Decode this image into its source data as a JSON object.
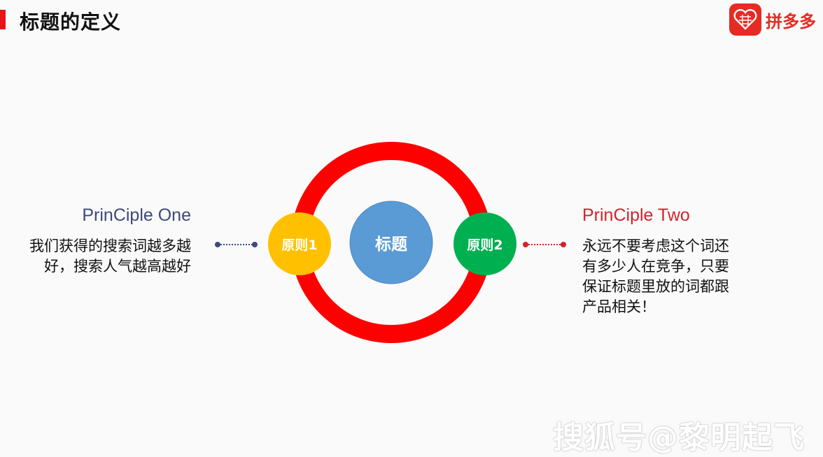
{
  "header": {
    "title": "标题的定义",
    "logo_text": "拼多多",
    "accent_color": "#e8131b"
  },
  "diagram": {
    "center": {
      "label": "标题",
      "color": "#5b9bd5"
    },
    "ring_color": "#ff0000",
    "left_node": {
      "label": "原则1",
      "color": "#ffc000"
    },
    "right_node": {
      "label": "原则2",
      "color": "#00b050"
    }
  },
  "principles": {
    "left": {
      "title": "PrinCiple One",
      "body": "我们获得的搜索词越多越好，搜索人气越高越好",
      "title_color": "#3d4a7a"
    },
    "right": {
      "title": "PrinCiple Two",
      "body": "永远不要考虑这个词还有多少人在竞争，只要保证标题里放的词都跟产品相关！",
      "title_color": "#d5232b"
    }
  },
  "watermark": "搜狐号@黎明起飞"
}
